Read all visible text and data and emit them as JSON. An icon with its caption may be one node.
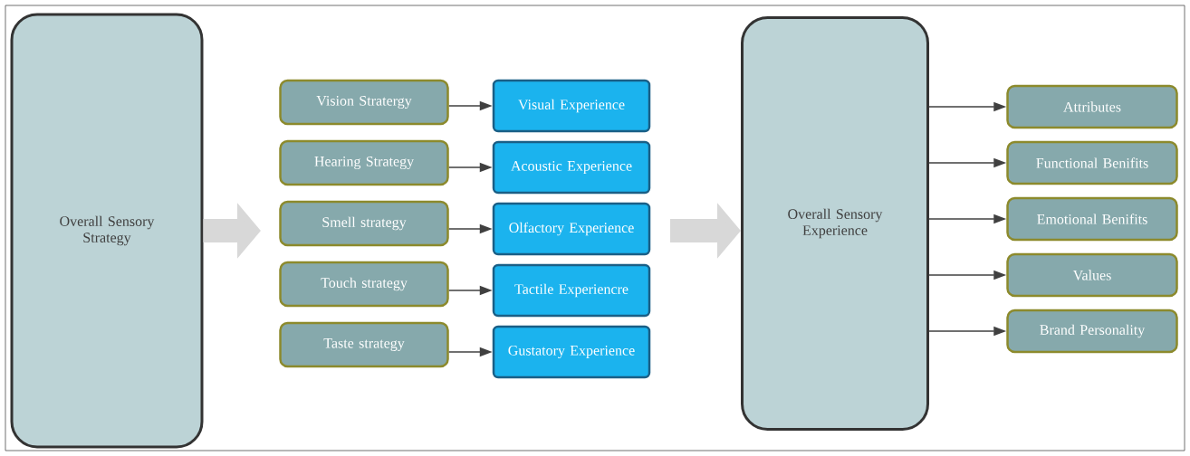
{
  "diagram": {
    "nodes": [
      {
        "text": [
          "Overall Sensory Strategy"
        ]
      },
      {
        "text": [
          "Vision Stratergy"
        ]
      },
      {
        "text": [
          "Hearing Strategy"
        ]
      },
      {
        "text": [
          "Smell strategy"
        ]
      },
      {
        "text": [
          "Touch strategy"
        ]
      },
      {
        "text": [
          "Taste strategy"
        ]
      },
      {
        "text": [
          "Visual Experience"
        ]
      },
      {
        "text": [
          "Acoustic Experience"
        ]
      },
      {
        "text": [
          "Olfactory Experience"
        ]
      },
      {
        "text": [
          "Tactile Experiencre"
        ]
      },
      {
        "text": [
          "Gustatory Experience"
        ]
      },
      {
        "text": [
          "Overall Sensory Experience"
        ]
      },
      {
        "text": [
          "Attributes"
        ]
      },
      {
        "text": [
          "Functional Benifits"
        ]
      },
      {
        "text": [
          "Emotional Benifits"
        ]
      },
      {
        "text": [
          "Values"
        ]
      },
      {
        "text": [
          "Brand Personality"
        ]
      }
    ],
    "edges": [
      {
        "from": 0,
        "to": null,
        "arrow": "to",
        "style": "thick",
        "color": "#d8d8d8"
      },
      {
        "from": 1,
        "to": 6,
        "arrow": "to"
      },
      {
        "from": 2,
        "to": 7,
        "arrow": "to"
      },
      {
        "from": 3,
        "to": 8,
        "arrow": "to"
      },
      {
        "from": 4,
        "to": 9,
        "arrow": "to"
      },
      {
        "from": 5,
        "to": 10,
        "arrow": "to"
      },
      {
        "from": null,
        "to": 11,
        "arrow": "to",
        "style": "thick",
        "color": "#d8d8d8"
      },
      {
        "from": 11,
        "to": 12,
        "arrow": "to"
      },
      {
        "from": 11,
        "to": 13,
        "arrow": "to"
      },
      {
        "from": 11,
        "to": 14,
        "arrow": "to"
      },
      {
        "from": 11,
        "to": 15,
        "arrow": "to"
      },
      {
        "from": 11,
        "to": 16,
        "arrow": "to"
      }
    ]
  }
}
